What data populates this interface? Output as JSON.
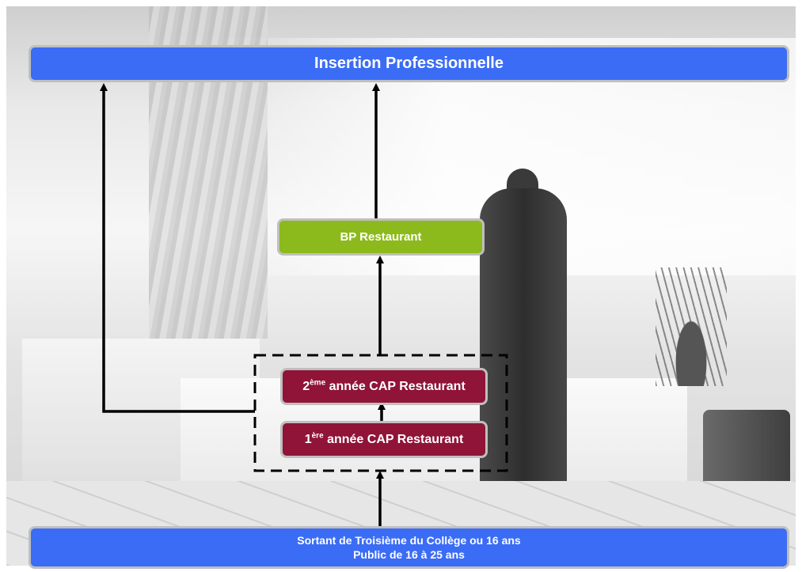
{
  "diagram": {
    "top_box": {
      "label": "Insertion Professionnelle",
      "color": "#3b6cf5"
    },
    "bp_box": {
      "label": "BP Restaurant",
      "color": "#8cba1c"
    },
    "cap2_box": {
      "ordinal": "2",
      "ordinal_suffix": "ème",
      "label": " année CAP Restaurant",
      "color": "#8f1438"
    },
    "cap1_box": {
      "ordinal": "1",
      "ordinal_suffix": "ère",
      "label": " année CAP Restaurant",
      "color": "#8f1438"
    },
    "bottom_box": {
      "line1": "Sortant de Troisième du Collège ou 16 ans",
      "line2": "Public de 16 à 25 ans",
      "color": "#3b6cf5"
    },
    "arrow_color": "#000000",
    "box_border_color": "#bfbfbf"
  },
  "background": {
    "description_tone": "grayscale",
    "subject": "restaurant-dining-room-photo"
  }
}
